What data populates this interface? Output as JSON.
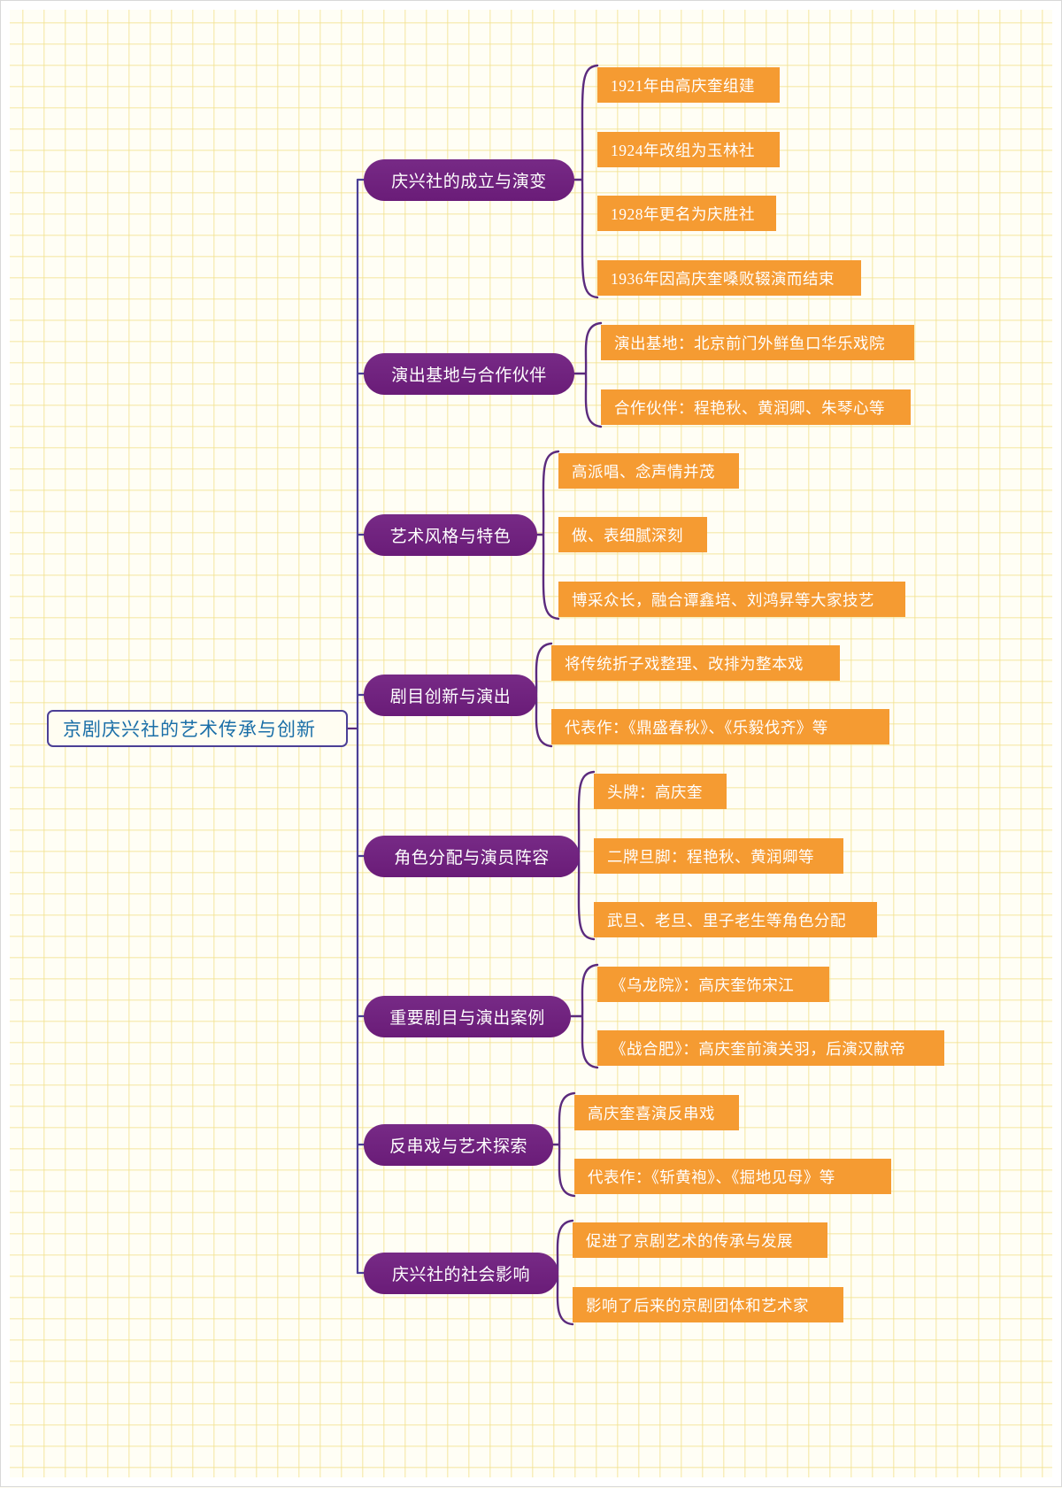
{
  "title": "京剧庆兴社的艺术传承与创新思维导图",
  "colors": {
    "root_text": "#1b6fa8",
    "root_border": "#4b3f96",
    "branch_fill": "#70207e",
    "leaf_fill": "#f59b32",
    "leaf_text": "#ffffff",
    "connector": "#5b2a7d",
    "paper": "#fffef5",
    "grid_line": "#f2e18c"
  },
  "root": {
    "label": "京剧庆兴社的艺术传承与创新"
  },
  "branches": [
    {
      "label": "庆兴社的成立与演变",
      "leaves": [
        {
          "label": "1921年由高庆奎组建"
        },
        {
          "label": "1924年改组为玉林社"
        },
        {
          "label": "1928年更名为庆胜社"
        },
        {
          "label": "1936年因高庆奎嗓败辍演而结束"
        }
      ]
    },
    {
      "label": "演出基地与合作伙伴",
      "leaves": [
        {
          "label": "演出基地：北京前门外鲜鱼口华乐戏院"
        },
        {
          "label": "合作伙伴：程艳秋、黄润卿、朱琴心等"
        }
      ]
    },
    {
      "label": "艺术风格与特色",
      "leaves": [
        {
          "label": "高派唱、念声情并茂"
        },
        {
          "label": "做、表细腻深刻"
        },
        {
          "label": "博采众长，融合谭鑫培、刘鸿昇等大家技艺"
        }
      ]
    },
    {
      "label": "剧目创新与演出",
      "leaves": [
        {
          "label": "将传统折子戏整理、改排为整本戏"
        },
        {
          "label": "代表作：《鼎盛春秋》、《乐毅伐齐》等"
        }
      ]
    },
    {
      "label": "角色分配与演员阵容",
      "leaves": [
        {
          "label": "头牌：高庆奎"
        },
        {
          "label": "二牌旦脚：程艳秋、黄润卿等"
        },
        {
          "label": "武旦、老旦、里子老生等角色分配"
        }
      ]
    },
    {
      "label": "重要剧目与演出案例",
      "leaves": [
        {
          "label": "《乌龙院》：高庆奎饰宋江"
        },
        {
          "label": "《战合肥》：高庆奎前演关羽，后演汉献帝"
        }
      ]
    },
    {
      "label": "反串戏与艺术探索",
      "leaves": [
        {
          "label": "高庆奎喜演反串戏"
        },
        {
          "label": "代表作：《斩黄袍》、《掘地见母》等"
        }
      ]
    },
    {
      "label": "庆兴社的社会影响",
      "leaves": [
        {
          "label": "促进了京剧艺术的传承与发展"
        },
        {
          "label": "影响了后来的京剧团体和艺术家"
        }
      ]
    }
  ]
}
